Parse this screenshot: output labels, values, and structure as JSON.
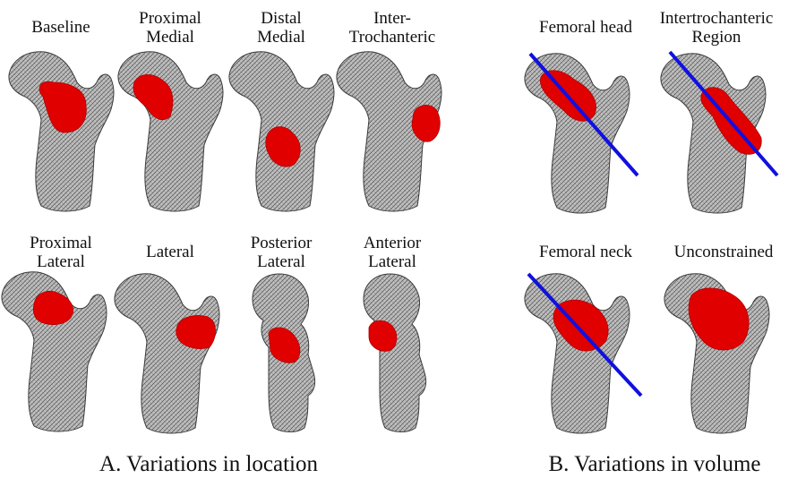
{
  "panel_a": {
    "caption": "A. Variations in location",
    "models": [
      {
        "label_lines": [
          "Baseline"
        ]
      },
      {
        "label_lines": [
          "Proximal",
          "Medial"
        ]
      },
      {
        "label_lines": [
          "Distal",
          "Medial"
        ]
      },
      {
        "label_lines": [
          "Inter-",
          "Trochanteric"
        ]
      },
      {
        "label_lines": [
          "Proximal",
          "Lateral"
        ]
      },
      {
        "label_lines": [
          "Lateral"
        ]
      },
      {
        "label_lines": [
          "Posterior",
          "Lateral"
        ]
      },
      {
        "label_lines": [
          "Anterior",
          "Lateral"
        ]
      }
    ]
  },
  "panel_b": {
    "caption": "B. Variations in volume",
    "models": [
      {
        "label_lines": [
          "Femoral head"
        ]
      },
      {
        "label_lines": [
          "Intertrochanteric",
          "Region"
        ]
      },
      {
        "label_lines": [
          "Femoral neck"
        ]
      },
      {
        "label_lines": [
          "Unconstrained"
        ]
      }
    ]
  },
  "colors": {
    "bone_fill": "#b9b9b9",
    "bone_mesh": "#3a3a3a",
    "lesion": "#e00000",
    "axis_line": "#1010e0"
  }
}
